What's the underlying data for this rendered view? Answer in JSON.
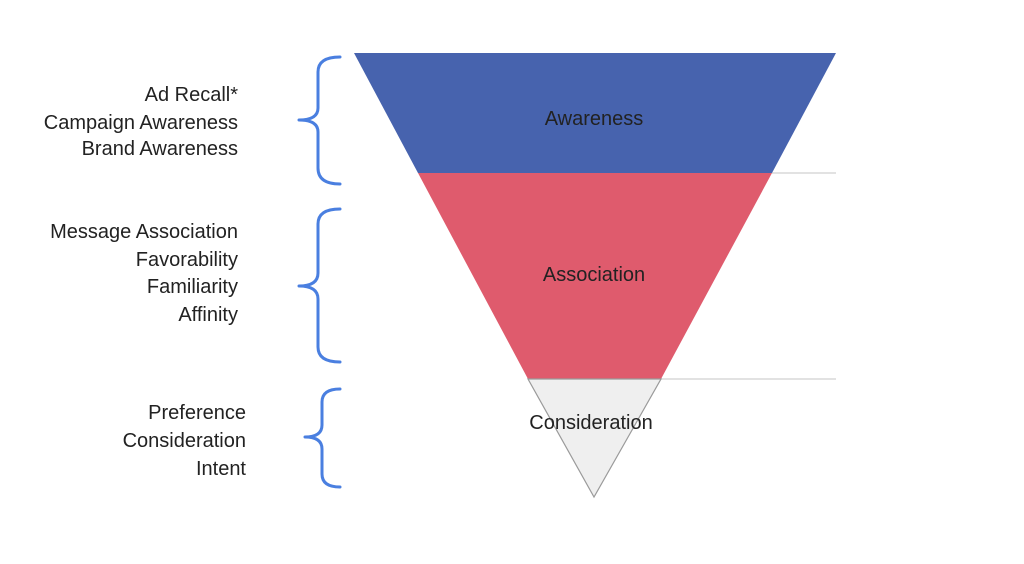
{
  "colors": {
    "awareness": "#4763ae",
    "association": "#df5b6d",
    "consideration": "#efefef",
    "consideration_stroke": "#9a9a9a",
    "brace": "#4a7fe0"
  },
  "stages": [
    {
      "name": "Awareness",
      "metrics": [
        "Ad Recall*",
        "Campaign Awareness",
        "Brand Awareness"
      ]
    },
    {
      "name": "Association",
      "metrics": [
        "Message Association",
        "Favorability",
        "Familiarity",
        "Affinity"
      ]
    },
    {
      "name": "Consideration",
      "metrics": [
        "Preference",
        "Consideration",
        "Intent"
      ]
    }
  ]
}
